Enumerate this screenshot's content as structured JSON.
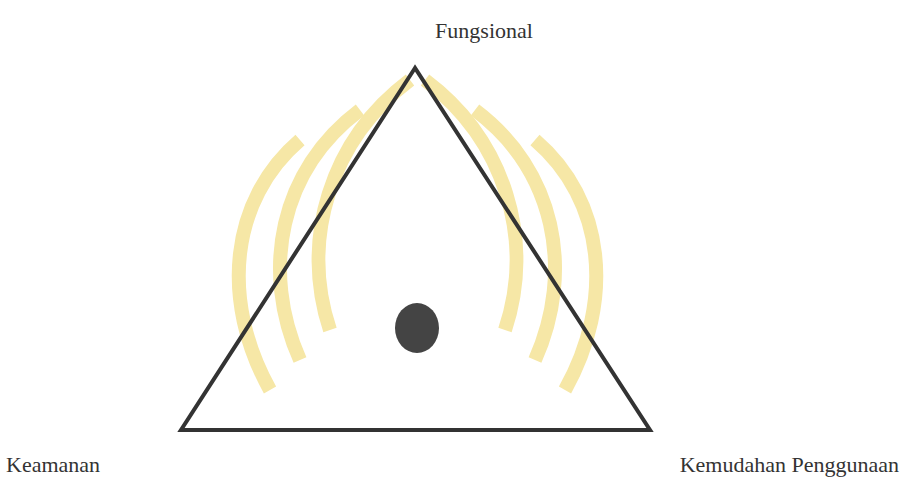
{
  "diagram": {
    "labels": [
      "Fungsional",
      "Keamanan",
      "Kemudahan Penggunaan"
    ]
  }
}
